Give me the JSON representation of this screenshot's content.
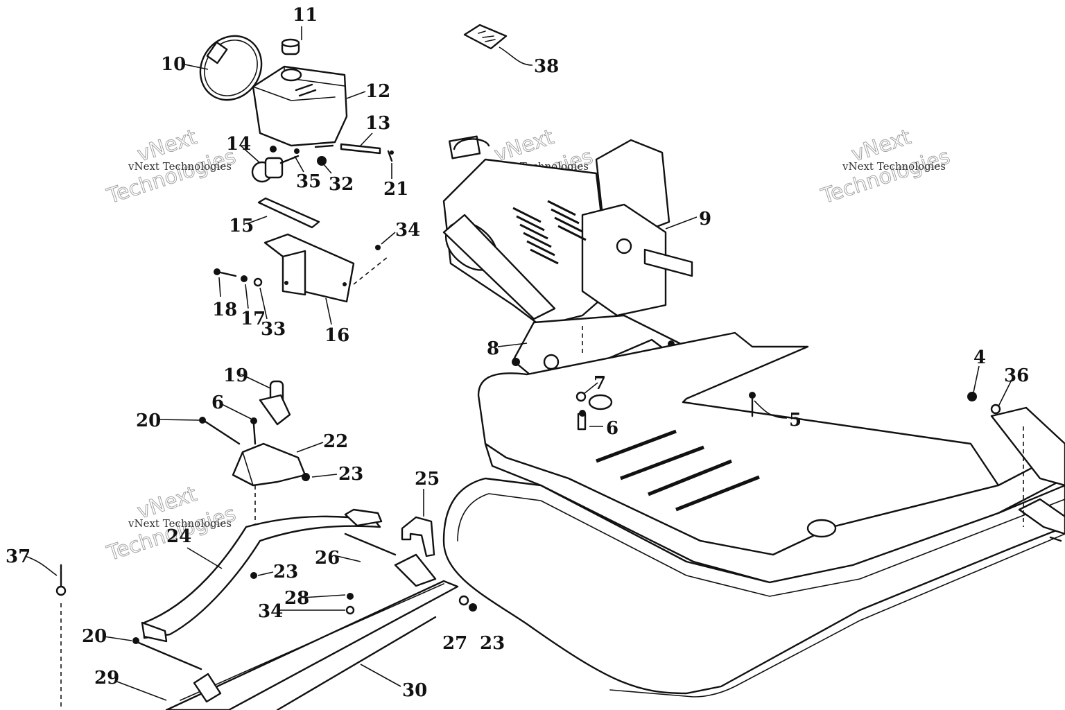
{
  "diagram": {
    "callouts": [
      {
        "id": "c10",
        "text": "10"
      },
      {
        "id": "c11",
        "text": "11"
      },
      {
        "id": "c12",
        "text": "12"
      },
      {
        "id": "c13",
        "text": "13"
      },
      {
        "id": "c14",
        "text": "14"
      },
      {
        "id": "c35",
        "text": "35"
      },
      {
        "id": "c32",
        "text": "32"
      },
      {
        "id": "c21",
        "text": "21"
      },
      {
        "id": "c38",
        "text": "38"
      },
      {
        "id": "c15",
        "text": "15"
      },
      {
        "id": "c34a",
        "text": "34"
      },
      {
        "id": "c18",
        "text": "18"
      },
      {
        "id": "c17",
        "text": "17"
      },
      {
        "id": "c33",
        "text": "33"
      },
      {
        "id": "c16",
        "text": "16"
      },
      {
        "id": "c9",
        "text": "9"
      },
      {
        "id": "c8",
        "text": "8"
      },
      {
        "id": "c19",
        "text": "19"
      },
      {
        "id": "c20a",
        "text": "20"
      },
      {
        "id": "c6a",
        "text": "6"
      },
      {
        "id": "c22",
        "text": "22"
      },
      {
        "id": "c23a",
        "text": "23"
      },
      {
        "id": "c7",
        "text": "7"
      },
      {
        "id": "c6b",
        "text": "6"
      },
      {
        "id": "c5",
        "text": "5"
      },
      {
        "id": "c4",
        "text": "4"
      },
      {
        "id": "c36",
        "text": "36"
      },
      {
        "id": "c25",
        "text": "25"
      },
      {
        "id": "c24",
        "text": "24"
      },
      {
        "id": "c26",
        "text": "26"
      },
      {
        "id": "c23b",
        "text": "23"
      },
      {
        "id": "c37",
        "text": "37"
      },
      {
        "id": "c28",
        "text": "28"
      },
      {
        "id": "c34b",
        "text": "34"
      },
      {
        "id": "c27",
        "text": "27"
      },
      {
        "id": "c23c",
        "text": "23"
      },
      {
        "id": "c20b",
        "text": "20"
      },
      {
        "id": "c29",
        "text": "29"
      },
      {
        "id": "c30",
        "text": "30"
      }
    ],
    "watermark": {
      "line1": "vNext Technologies",
      "line2": "Technologies",
      "line3": "vNext"
    }
  }
}
